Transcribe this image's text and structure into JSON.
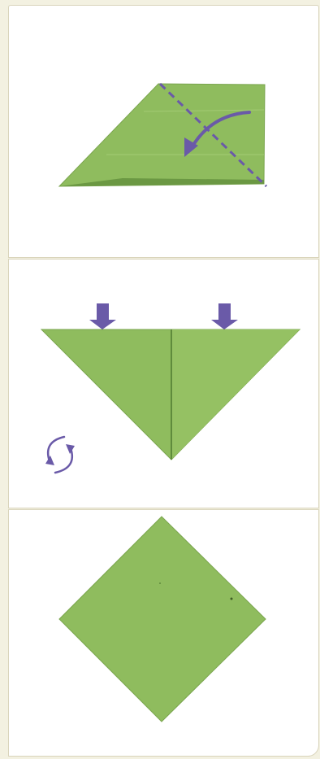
{
  "steps": [
    {
      "name": "valley-fold-step"
    },
    {
      "name": "squash-fold-step"
    },
    {
      "name": "finished-diamond-step"
    }
  ],
  "colors": {
    "background": "#f3f1e1",
    "panel": "#ffffff",
    "panel_border": "#d9d4bb",
    "paper": "#8fbc5e",
    "paper_light": "#a3cb74",
    "paper_edge": "#6b9843",
    "crease": "#7aa54e",
    "instruction": "#6a5aa8"
  }
}
